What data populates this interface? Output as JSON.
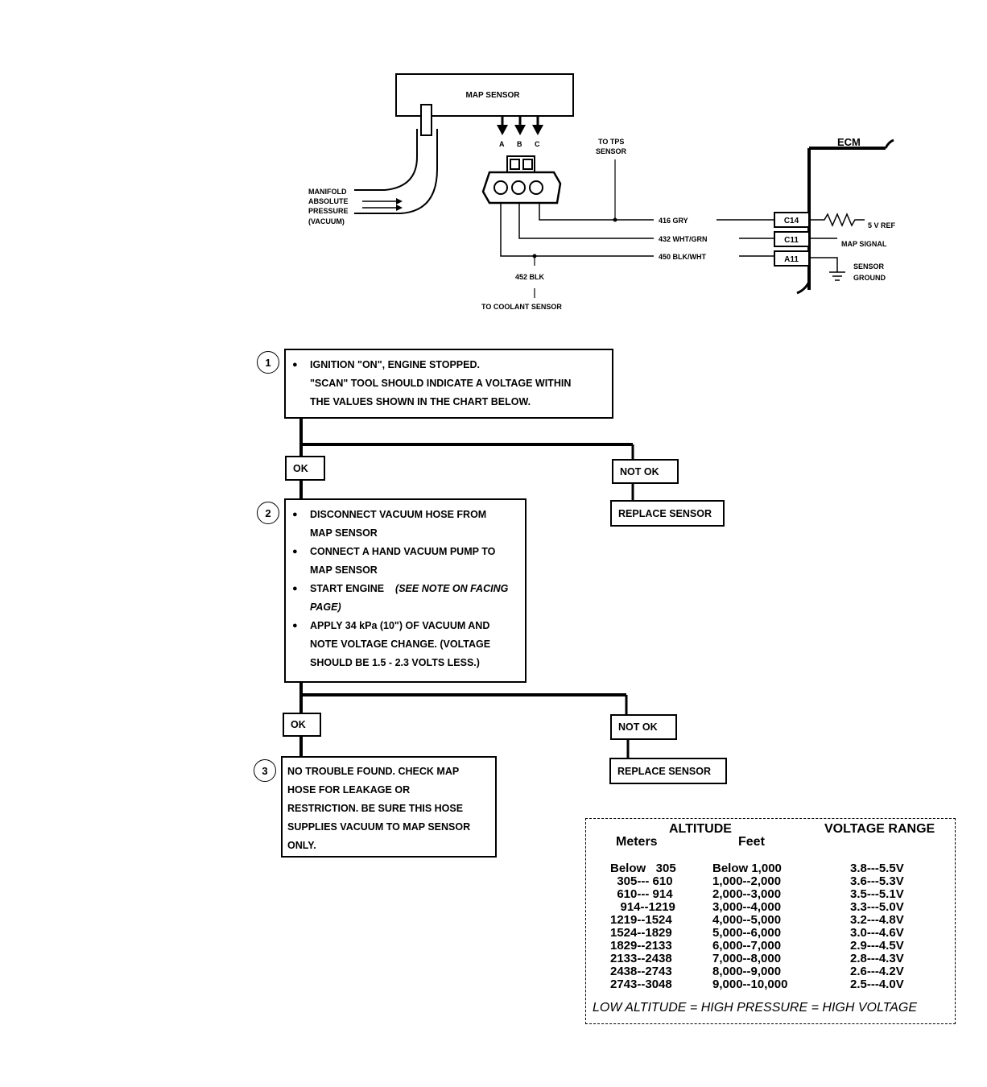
{
  "wiring": {
    "map_sensor": "MAP SENSOR",
    "pin_a": "A",
    "pin_b": "B",
    "pin_c": "C",
    "manifold_label": [
      "MANIFOLD",
      "ABSOLUTE",
      "PRESSURE",
      "(VACUUM)"
    ],
    "to_tps": [
      "TO TPS",
      "SENSOR"
    ],
    "ecm": "ECM",
    "wire_416": "416 GRY",
    "wire_432": "432 WHT/GRN",
    "wire_450": "450 BLK/WHT",
    "wire_452": "452 BLK",
    "to_coolant": "TO COOLANT SENSOR",
    "pin_c14": "C14",
    "pin_c11": "C11",
    "pin_a11": "A11",
    "five_v_ref": "5 V REF",
    "map_signal": "MAP SIGNAL",
    "sensor_ground": [
      "SENSOR",
      "GROUND"
    ]
  },
  "flow": {
    "step1": {
      "num": "1",
      "lines": [
        "IGNITION \"ON\", ENGINE STOPPED.",
        "\"SCAN\" TOOL SHOULD INDICATE A VOLTAGE WITHIN",
        "THE VALUES SHOWN IN THE CHART BELOW."
      ]
    },
    "ok1": "OK",
    "notok1": "NOT OK",
    "replace1": "REPLACE SENSOR",
    "step2": {
      "num": "2",
      "b1": [
        "DISCONNECT  VACUUM HOSE FROM",
        "MAP SENSOR"
      ],
      "b2": [
        "CONNECT  A HAND  VACUUM PUMP TO",
        "MAP SENSOR"
      ],
      "b3_a": "START ENGINE",
      "b3_b": "(SEE NOTE ON FACING",
      "b3_c": "PAGE)",
      "b4": [
        "APPLY 34 kPa (10\") OF VACUUM AND",
        "NOTE VOLTAGE CHANGE. (VOLTAGE",
        "SHOULD BE 1.5 - 2.3 VOLTS LESS.)"
      ]
    },
    "ok2": "OK",
    "notok2": "NOT OK",
    "replace2": "REPLACE SENSOR",
    "step3": {
      "num": "3",
      "lines": [
        "NO TROUBLE FOUND.  CHECK MAP",
        "HOSE FOR LEAKAGE OR",
        "RESTRICTION.  BE SURE THIS HOSE",
        "SUPPLIES VACUUM TO MAP SENSOR",
        "ONLY."
      ]
    }
  },
  "altitude_table": {
    "altitude_header": "ALTITUDE",
    "meters_header": "Meters",
    "feet_header": "Feet",
    "voltage_header": "VOLTAGE RANGE",
    "meters": [
      "Below   305",
      "  305--- 610",
      "  610--- 914",
      "   914--1219",
      "1219--1524",
      "1524--1829",
      "1829--2133",
      "2133--2438",
      "2438--2743",
      "2743--3048"
    ],
    "feet": [
      "Below 1,000",
      "1,000--2,000",
      "2,000--3,000",
      "3,000--4,000",
      "4,000--5,000",
      "5,000--6,000",
      "6,000--7,000",
      "7,000--8,000",
      "8,000--9,000",
      "9,000--10,000"
    ],
    "voltage": [
      "3.8---5.5V",
      "3.6---5.3V",
      "3.5---5.1V",
      "3.3---5.0V",
      "3.2---4.8V",
      "3.0---4.6V",
      "2.9---4.5V",
      "2.8---4.3V",
      "2.6---4.2V",
      "2.5---4.0V"
    ],
    "footer": "LOW ALTITUDE  =  HIGH PRESSURE  =  HIGH VOLTAGE"
  }
}
